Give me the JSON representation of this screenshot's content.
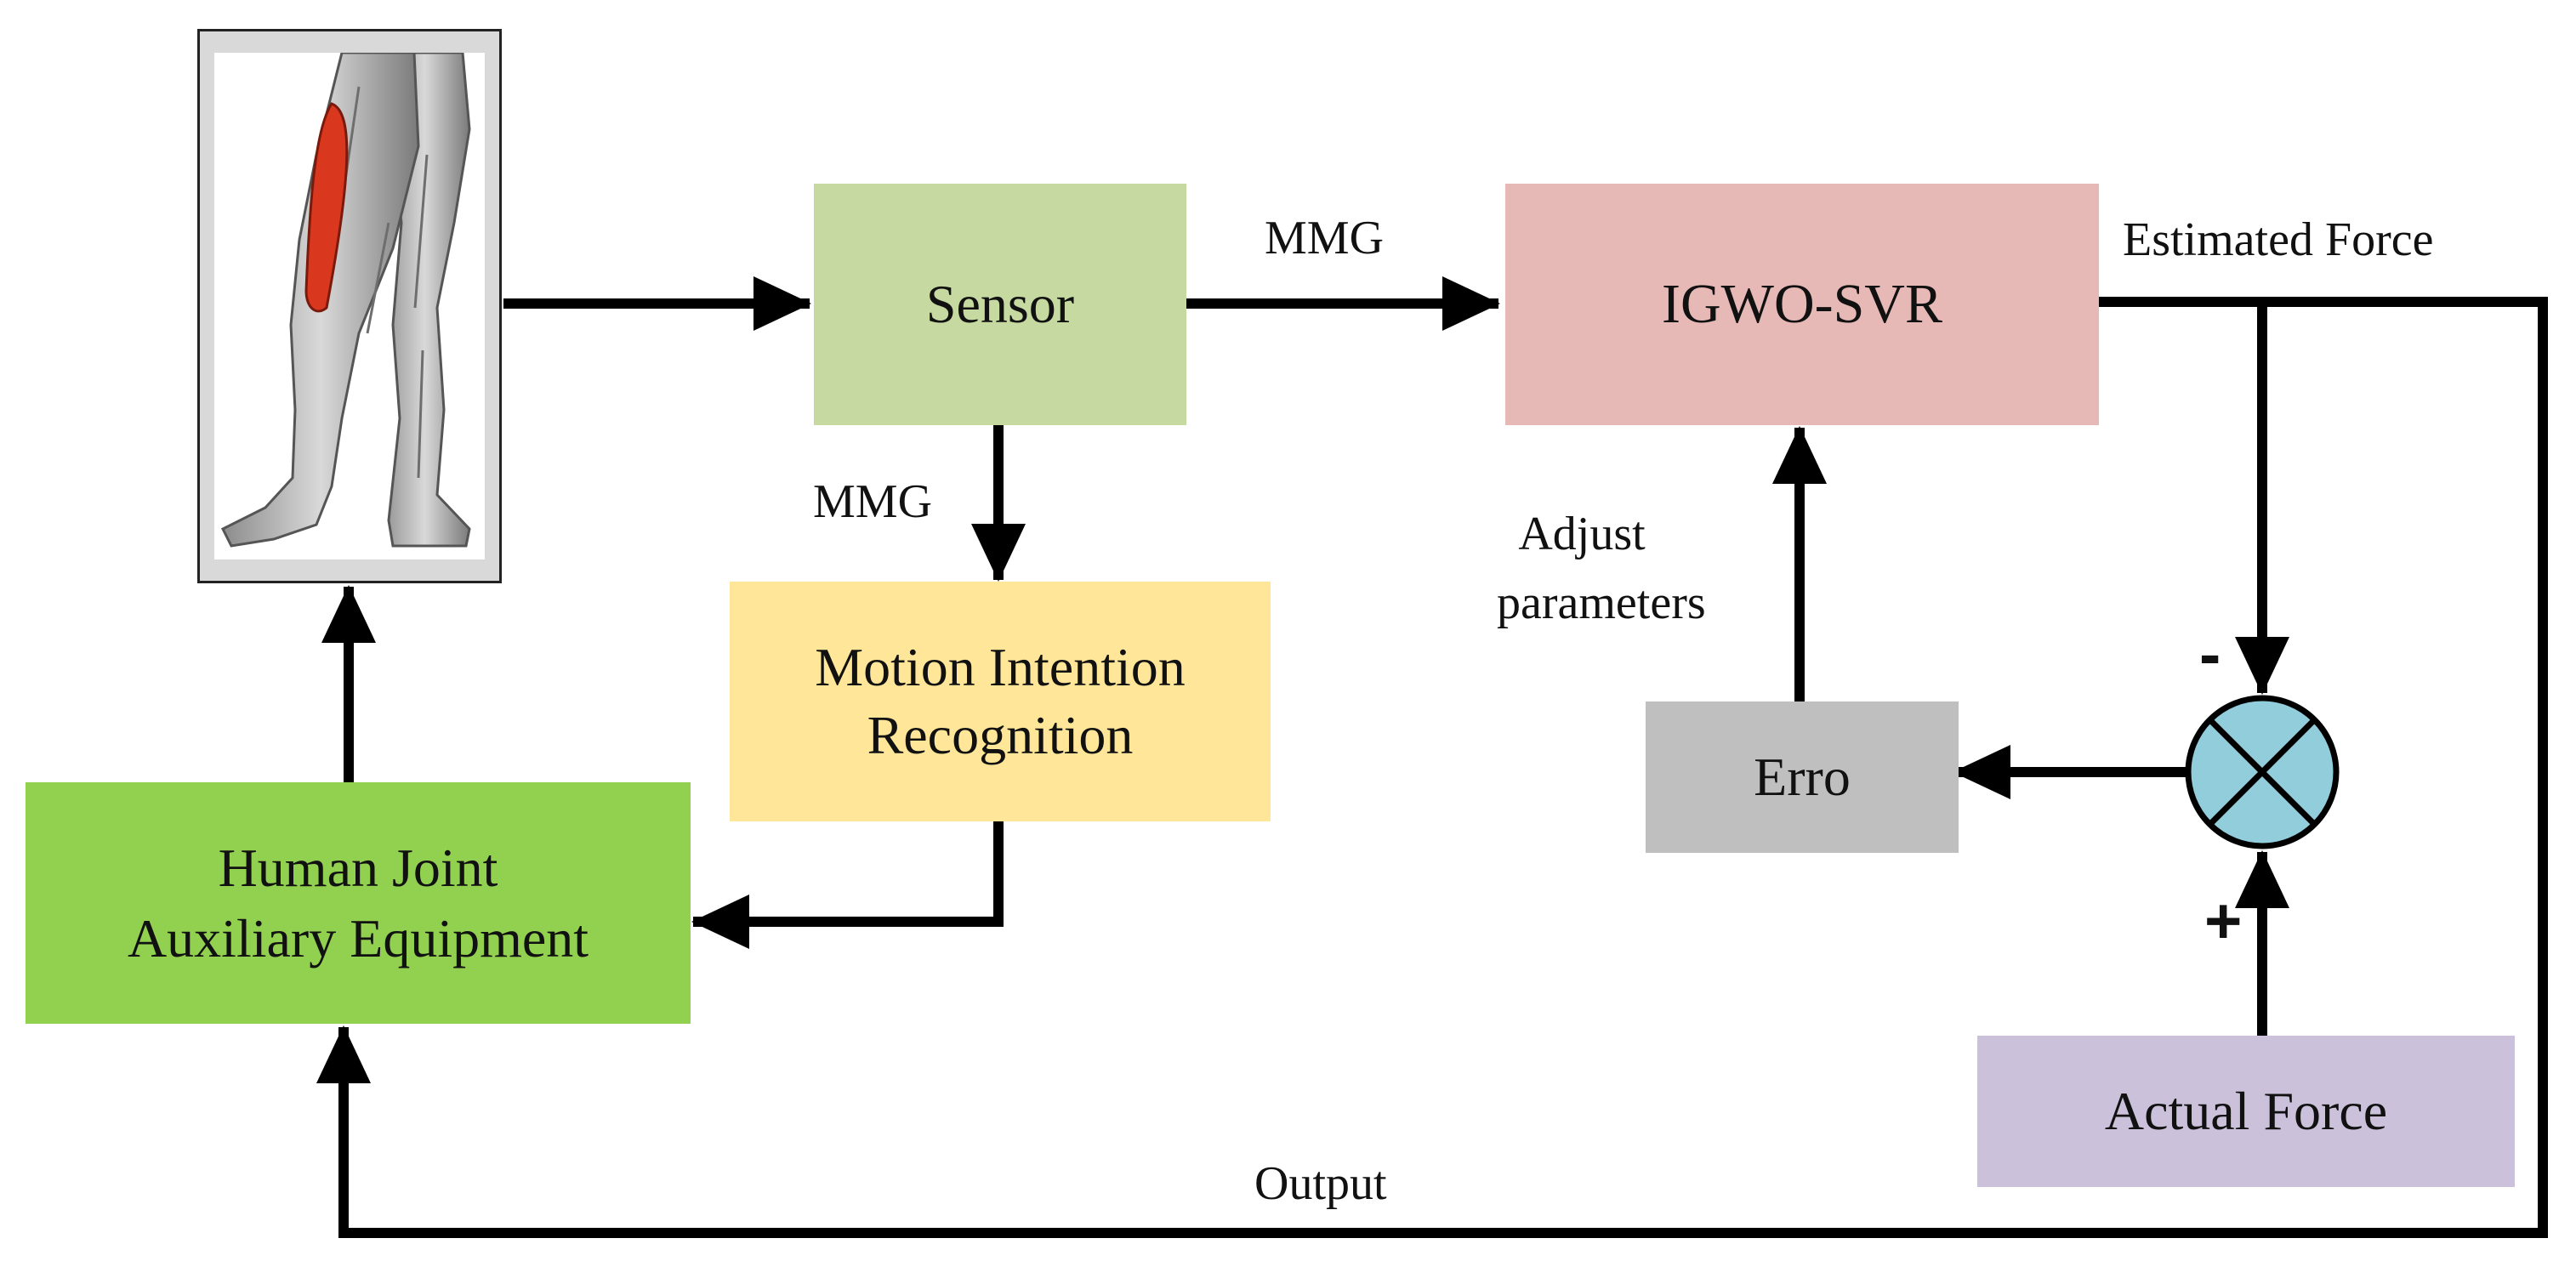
{
  "diagram": {
    "nodes": {
      "leg_image": {
        "icon": "leg-muscle-icon",
        "highlight_color": "#d9381e"
      },
      "sensor": {
        "label": "Sensor",
        "color": "#c5d9a1"
      },
      "igwo_svr": {
        "label": "IGWO-SVR",
        "color": "#e6b8b6"
      },
      "motion": {
        "line1": "Motion Intention",
        "line2": "Recognition",
        "color": "#ffe699"
      },
      "human_joint": {
        "line1": "Human Joint",
        "line2": "Auxiliary Equipment",
        "color": "#92d050"
      },
      "erro": {
        "label": "Erro",
        "color": "#bfbfbf"
      },
      "actual_force": {
        "label": "Actual Force",
        "color": "#ccc1da"
      },
      "summing_junction": {
        "icon": "summing-junction-icon",
        "color": "#92cddc"
      }
    },
    "edge_labels": {
      "mmg_right": "MMG",
      "mmg_down": "MMG",
      "estimated_force": "Estimated Force",
      "adjust_line1": "Adjust",
      "adjust_line2": "parameters",
      "output": "Output",
      "minus": "-",
      "plus": "+"
    },
    "edges": [
      {
        "from": "leg_image",
        "to": "sensor"
      },
      {
        "from": "sensor",
        "to": "igwo_svr",
        "label": "MMG"
      },
      {
        "from": "sensor",
        "to": "motion",
        "label": "MMG"
      },
      {
        "from": "motion",
        "to": "human_joint"
      },
      {
        "from": "human_joint",
        "to": "leg_image"
      },
      {
        "from": "igwo_svr",
        "to": "summing_junction",
        "label": "Estimated Force",
        "sign": "-"
      },
      {
        "from": "actual_force",
        "to": "summing_junction",
        "sign": "+"
      },
      {
        "from": "summing_junction",
        "to": "erro"
      },
      {
        "from": "erro",
        "to": "igwo_svr",
        "label": "Adjust parameters"
      },
      {
        "from": "igwo_svr",
        "to": "human_joint",
        "label": "Output"
      }
    ]
  }
}
